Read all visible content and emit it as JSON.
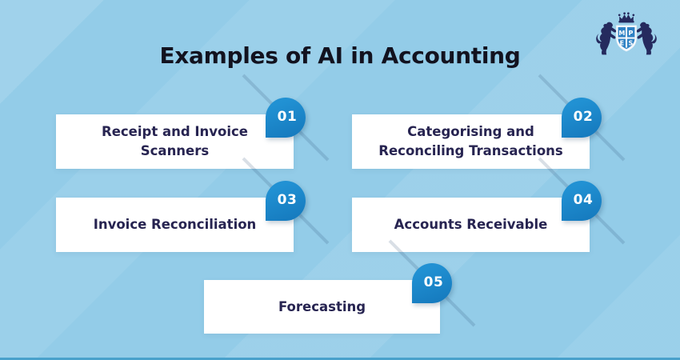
{
  "page": {
    "title": "Examples of AI in Accounting"
  },
  "logo": {
    "letters": [
      "M",
      "P",
      "E",
      "S"
    ]
  },
  "cards": [
    {
      "number": "01",
      "label": "Receipt and Invoice Scanners"
    },
    {
      "number": "02",
      "label": "Categorising and Reconciling Transactions"
    },
    {
      "number": "03",
      "label": "Invoice Reconciliation"
    },
    {
      "number": "04",
      "label": "Accounts Receivable"
    },
    {
      "number": "05",
      "label": "Forecasting"
    }
  ],
  "colors": {
    "background": "#93CCE8",
    "badge_blue": "#1B86CB",
    "card_background": "#FFFFFF",
    "card_text": "#272451",
    "title_text": "#12121F",
    "bottom_strip": "#49A1CB",
    "logo_navy": "#252A5E",
    "logo_shield_blue": "#2E81C4"
  }
}
